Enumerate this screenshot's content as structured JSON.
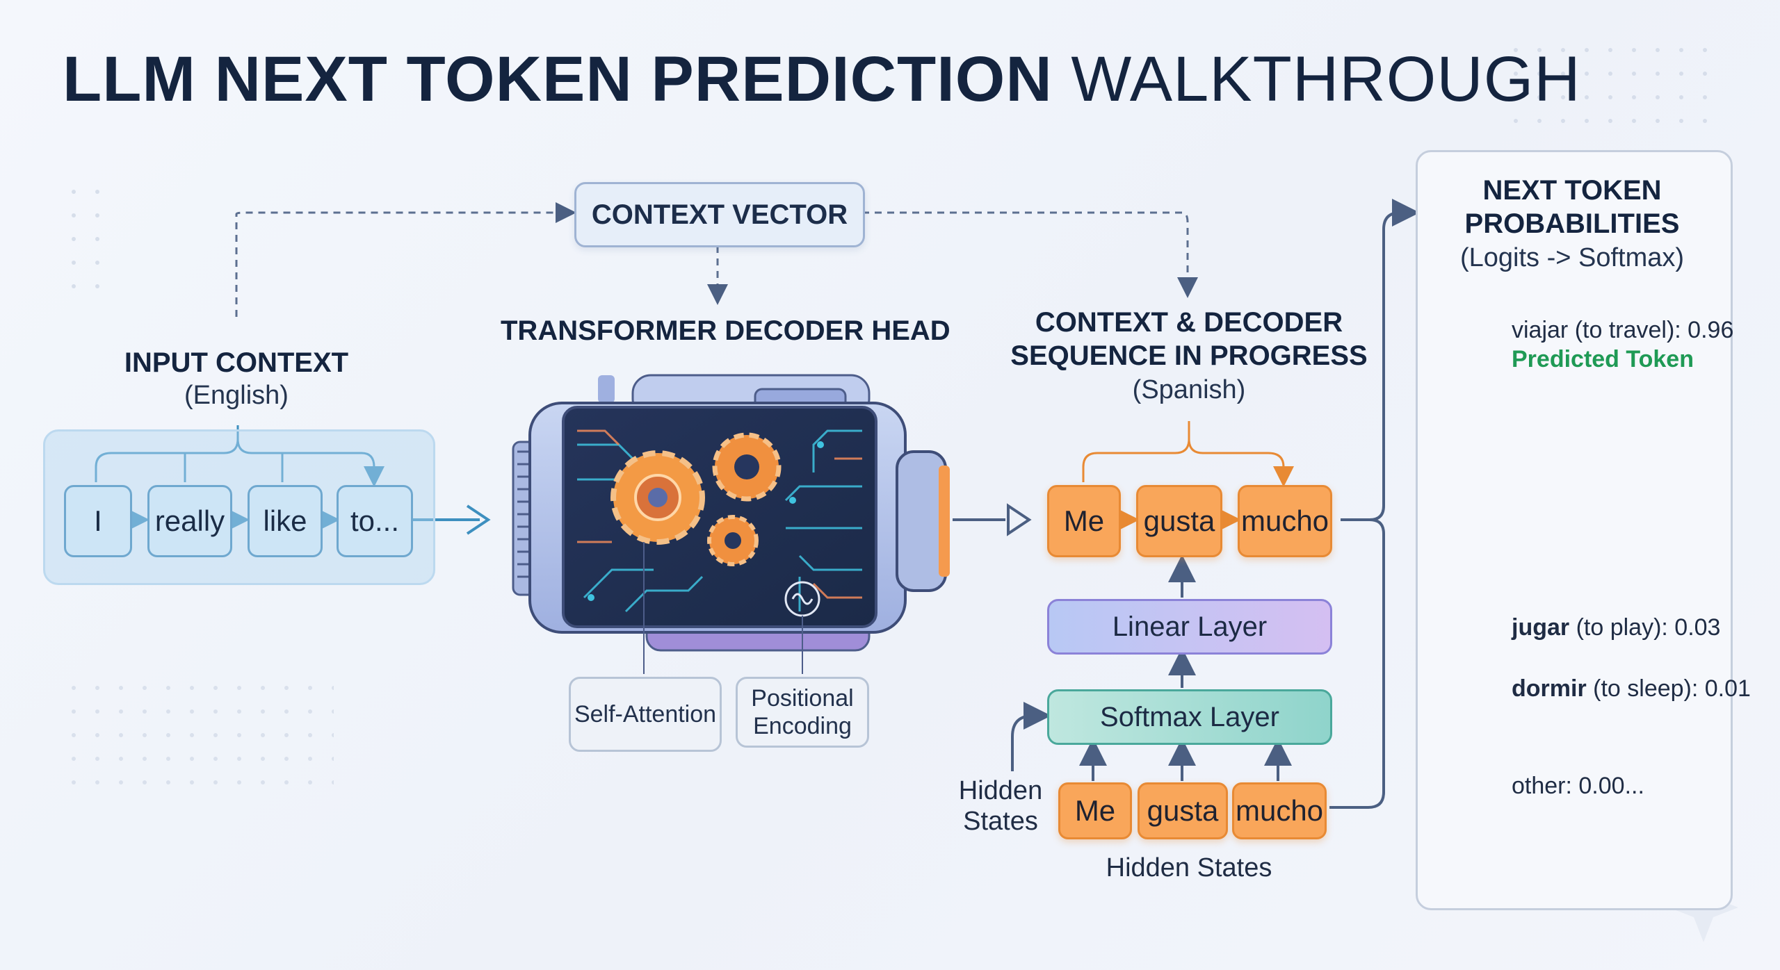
{
  "title": {
    "bold": "LLM NEXT TOKEN PREDICTION",
    "light": "WALKTHROUGH"
  },
  "context_vector": "CONTEXT VECTOR",
  "input": {
    "heading": "INPUT CONTEXT",
    "sub": "(English)",
    "tokens": [
      "I",
      "really",
      "like",
      "to..."
    ]
  },
  "decoder_head": {
    "heading": "TRANSFORMER DECODER HEAD",
    "self_attention": "Self-Attention",
    "positional_encoding": "Positional Encoding"
  },
  "sequence": {
    "heading_line1": "CONTEXT & DECODER",
    "heading_line2": "SEQUENCE IN PROGRESS",
    "sub": "(Spanish)",
    "tokens": [
      "Me",
      "gusta",
      "mucho"
    ],
    "linear_layer": "Linear Layer",
    "softmax_layer": "Softmax Layer",
    "hidden_tokens": [
      "Me",
      "gusta",
      "mucho"
    ],
    "hidden_states_side": "Hidden States",
    "hidden_states_bottom": "Hidden States"
  },
  "probabilities": {
    "heading_line1": "NEXT TOKEN",
    "heading_line2": "PROBABILITIES",
    "sub": "(Logits -> Softmax)",
    "items": [
      {
        "word": "viajar",
        "gloss": "(to travel): 0.96",
        "value": 0.96,
        "note": "Predicted Token"
      },
      {
        "word": "jugar",
        "gloss": "(to play): 0.03",
        "value": 0.03
      },
      {
        "word": "dormir",
        "gloss": "(to sleep): 0.01",
        "value": 0.01
      },
      {
        "word": "other",
        "gloss": "other: 0.00...",
        "value": 0.0
      }
    ]
  },
  "colors": {
    "navy": "#14243f",
    "input_token": "#cde5f6",
    "decoder_token": "#f9a65a",
    "predicted": "#1f9a55",
    "bar_top": "#9ef2b0",
    "bar_bottom": "#3cc6a0"
  }
}
